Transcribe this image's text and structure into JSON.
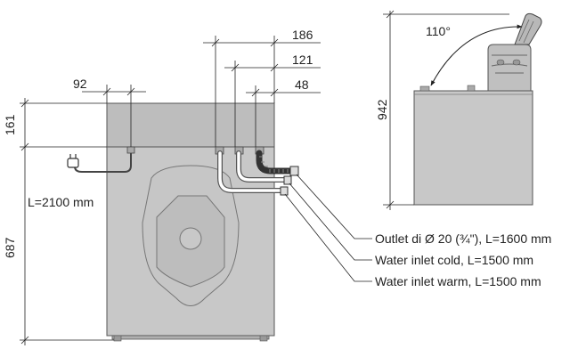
{
  "dimensions": {
    "width_92": "92",
    "width_186": "186",
    "width_121": "121",
    "width_48": "48",
    "height_161": "161",
    "height_687": "687",
    "height_942": "942",
    "angle_110": "110°"
  },
  "cable": {
    "length_label": "L=2100 mm"
  },
  "callouts": [
    "Outlet di Ø 20 (¾\"), L=1600 mm",
    "Water inlet cold, L=1500 mm",
    "Water inlet warm, L=1500 mm"
  ],
  "colors": {
    "body_fill": "#c8c8c8",
    "lid_fill": "#b9b9b9",
    "line": "#222222",
    "hose": "#ffffff"
  }
}
